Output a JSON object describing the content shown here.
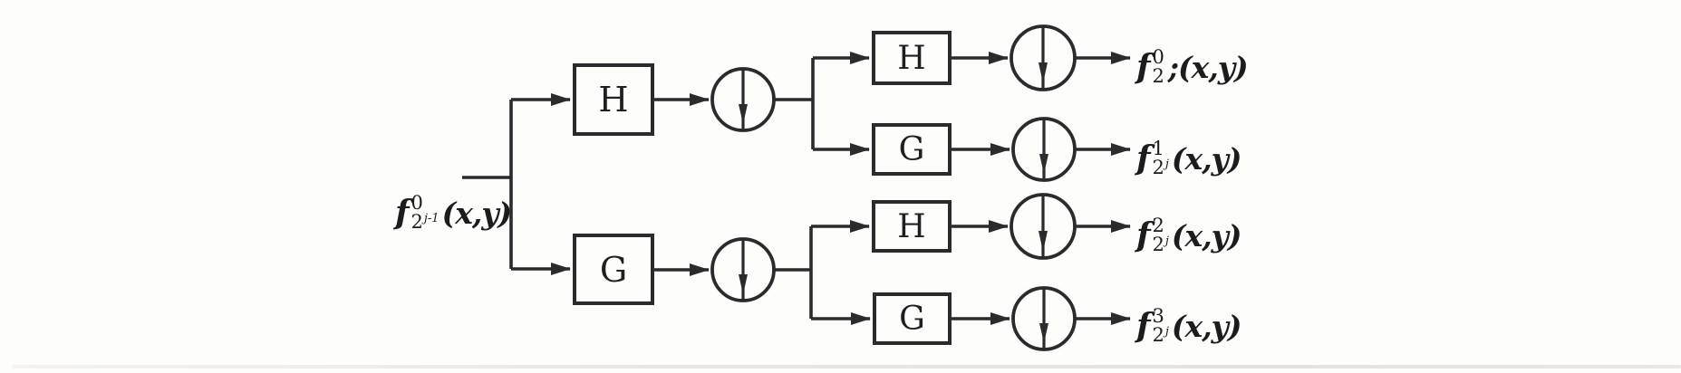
{
  "figure": {
    "colors": {
      "stroke": "#2b2b2b",
      "background": "#fdfdfc",
      "footer_rule": "#e6e4df"
    },
    "input_label": {
      "f": "f",
      "sup": "0",
      "sub": "2",
      "sub_exp": "j-1",
      "args": "(x,y)"
    },
    "filters": {
      "stage1": [
        "H",
        "G"
      ],
      "stage2": [
        "H",
        "G",
        "H",
        "G"
      ]
    },
    "downsampler_count": 6,
    "output_labels": [
      {
        "f": "f",
        "sup": "0",
        "sub": "2",
        "sub_exp": "",
        "args": ";(x,y)"
      },
      {
        "f": "f",
        "sup": "1",
        "sub": "2",
        "sub_exp": "j",
        "args": "(x,y)"
      },
      {
        "f": "f",
        "sup": "2",
        "sub": "2",
        "sub_exp": "j",
        "args": "(x,y)"
      },
      {
        "f": "f",
        "sup": "3",
        "sub": "2",
        "sub_exp": "j",
        "args": "(x,y)"
      }
    ]
  }
}
